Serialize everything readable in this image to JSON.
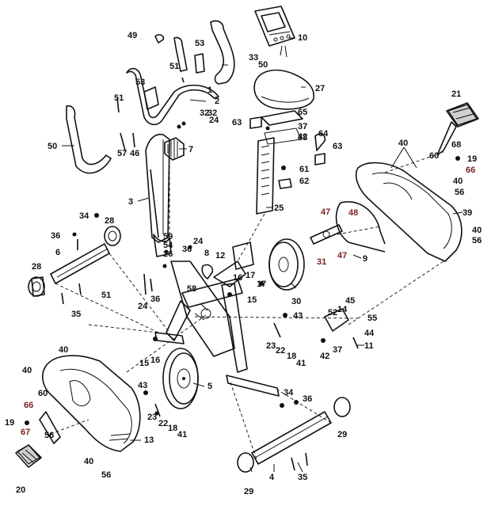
{
  "colors": {
    "ink": "#111111",
    "highlight": "#7a1f1f",
    "background": "#ffffff"
  },
  "parts": {
    "p1": "1",
    "p2": "2",
    "p3": "3",
    "p4": "4",
    "p5": "5",
    "p6": "6",
    "p7": "7",
    "p8": "8",
    "p9": "9",
    "p10": "10",
    "p11": "11",
    "p12": "12",
    "p13": "13",
    "p14": "14",
    "p15": "15",
    "p16": "16",
    "p17": "17",
    "p18": "18",
    "p19": "19",
    "p20": "20",
    "p21": "21",
    "p22": "22",
    "p23": "23",
    "p24": "24",
    "p25": "25",
    "p26": "26",
    "p27": "27",
    "p28": "28",
    "p29": "29",
    "p30": "30",
    "p31": "31",
    "p32": "32",
    "p33": "33",
    "p34": "34",
    "p35": "35",
    "p36": "36",
    "p37": "37",
    "p38": "38",
    "p39": "39",
    "p40": "40",
    "p41": "41",
    "p42": "42",
    "p43": "43",
    "p44": "44",
    "p45": "45",
    "p46": "46",
    "p47": "47",
    "p48": "48",
    "p49": "49",
    "p50": "50",
    "p51": "51",
    "p52": "52",
    "p53": "53",
    "p54": "54",
    "p55": "55",
    "p56": "56",
    "p57": "57",
    "p58": "58",
    "p59": "59",
    "p60": "60",
    "p61": "61",
    "p62": "62",
    "p63": "63",
    "p64": "64",
    "p65": "65",
    "p66": "66",
    "p67": "67",
    "p68": "68"
  }
}
